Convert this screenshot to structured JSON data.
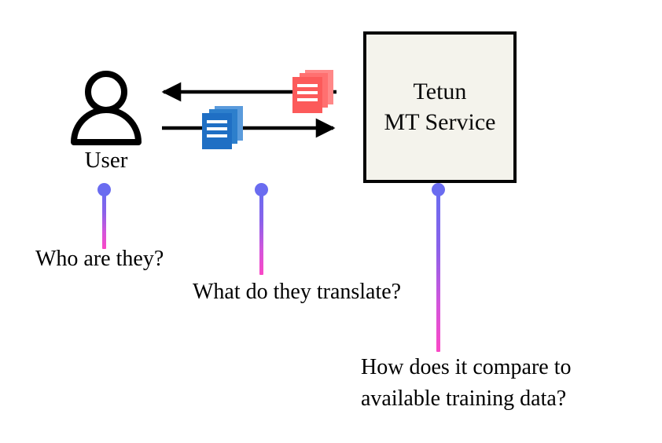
{
  "diagram": {
    "title_implicit": "Tetun MT Service user interaction diagram",
    "actor": {
      "icon": "user-person-icon",
      "label": "User"
    },
    "service": {
      "line1": "Tetun",
      "line2": "MT Service",
      "fill_color": "#f4f3ec",
      "border_color": "#050505"
    },
    "flows": [
      {
        "name": "response-flow",
        "direction": "service-to-user",
        "artifact_icon": "document-stack-icon",
        "artifact_color": "#fc5a5a"
      },
      {
        "name": "request-flow",
        "direction": "user-to-service",
        "artifact_icon": "document-stack-icon",
        "artifact_color": "#1f6fc4"
      }
    ],
    "pins": [
      {
        "name": "pin-user",
        "dot_color": "#6a6cf0",
        "stem_gradient_start": "#6a6cf0",
        "stem_gradient_end": "#fa48c6",
        "question": "Who are they?"
      },
      {
        "name": "pin-content",
        "dot_color": "#6a6cf0",
        "stem_gradient_start": "#6a6cf0",
        "stem_gradient_end": "#fa48c6",
        "question": "What do they translate?"
      },
      {
        "name": "pin-service",
        "dot_color": "#6a6cf0",
        "stem_gradient_start": "#6a6cf0",
        "stem_gradient_end": "#fa48c6",
        "question": "How does it compare to\navailable training data?"
      }
    ]
  }
}
